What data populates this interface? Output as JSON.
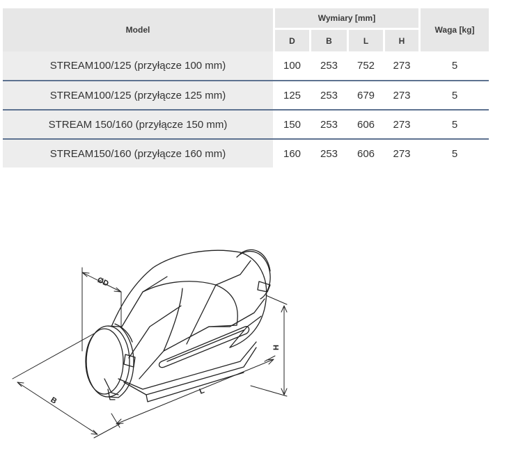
{
  "table": {
    "headers": {
      "model": "Model",
      "dimensions": "Wymiary [mm]",
      "weight": "Waga [kg]",
      "sub": [
        "D",
        "B",
        "L",
        "H"
      ]
    },
    "rows": [
      {
        "model": "STREAM100/125 (przyłącze 100 mm)",
        "D": "100",
        "B": "253",
        "L": "752",
        "H": "273",
        "weight": "5"
      },
      {
        "model": "STREAM100/125 (przyłącze 125 mm)",
        "D": "125",
        "B": "253",
        "L": "679",
        "H": "273",
        "weight": "5"
      },
      {
        "model": "STREAM 150/160 (przyłącze 150 mm)",
        "D": "150",
        "B": "253",
        "L": "606",
        "H": "273",
        "weight": "5"
      },
      {
        "model": "STREAM150/160 (przyłącze 160 mm)",
        "D": "160",
        "B": "253",
        "L": "606",
        "H": "273",
        "weight": "5"
      }
    ]
  },
  "drawing": {
    "labels": {
      "D": "ØD",
      "B": "B",
      "L": "L",
      "H": "H"
    }
  },
  "colors": {
    "header_bg": "#e7e7e7",
    "row_bg": "#ededed",
    "separator": "#5d7290"
  }
}
